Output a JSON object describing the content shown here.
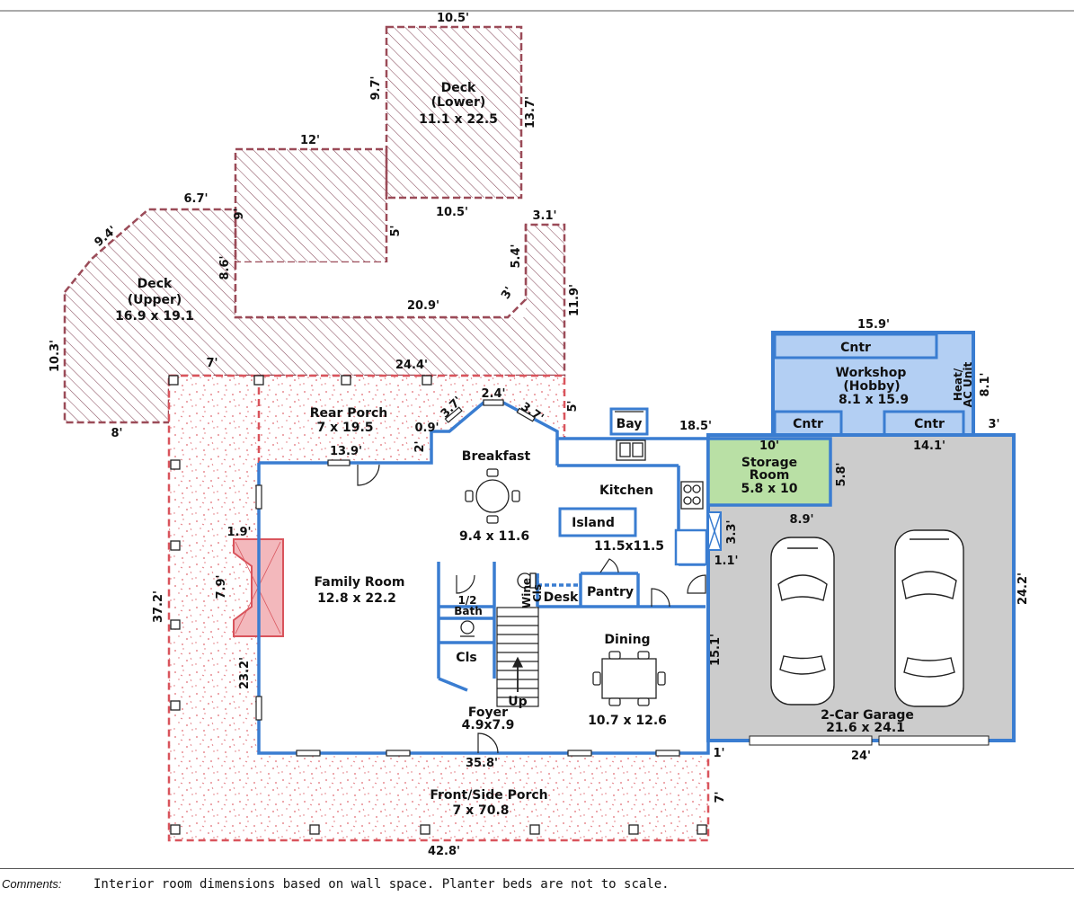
{
  "rooms": {
    "deck_lower": {
      "name": "Deck",
      "sub": "(Lower)",
      "size": "11.1 x 22.5"
    },
    "deck_upper": {
      "name": "Deck",
      "sub": "(Upper)",
      "size": "16.9 x 19.1"
    },
    "rear_porch": {
      "name": "Rear Porch",
      "size": "7 x 19.5"
    },
    "breakfast": {
      "name": "Breakfast",
      "size": "9.4 x 11.6"
    },
    "kitchen": {
      "name": "Kitchen",
      "size": "11.5x11.5"
    },
    "island": {
      "name": "Island"
    },
    "family_room": {
      "name": "Family Room",
      "size": "12.8 x 22.2"
    },
    "half_bath": {
      "name": "1/2",
      "sub": "Bath"
    },
    "closet": {
      "name": "Cls"
    },
    "wine": {
      "name": "Wine"
    },
    "wine_cls": {
      "name": "Cls"
    },
    "desk": {
      "name": "Desk"
    },
    "pantry": {
      "name": "Pantry"
    },
    "dining": {
      "name": "Dining",
      "size": "10.7 x 12.6"
    },
    "foyer": {
      "name": "Foyer",
      "size": "4.9x7.9"
    },
    "stairs_up": {
      "name": "Up"
    },
    "front_porch": {
      "name": "Front/Side Porch",
      "size": "7 x 70.8"
    },
    "bay": {
      "name": "Bay"
    },
    "workshop": {
      "name": "Workshop",
      "sub": "(Hobby)",
      "size": "8.1 x 15.9"
    },
    "cntr_top": {
      "name": "Cntr"
    },
    "cntr_left": {
      "name": "Cntr"
    },
    "cntr_right": {
      "name": "Cntr"
    },
    "heat_ac": {
      "name": "Heat/",
      "sub": "AC Unit"
    },
    "storage": {
      "name": "Storage",
      "sub": "Room",
      "size": "5.8 x 10"
    },
    "garage": {
      "name": "2-Car Garage",
      "size": "21.6 x 24.1"
    }
  },
  "dims": {
    "d_10_5_top": "10.5'",
    "d_9_7": "9.7'",
    "d_13_7": "13.7'",
    "d_12": "12'",
    "d_6_7": "6.7'",
    "d_9_4": "9.4'",
    "d_9": "9'",
    "d_10_5_mid": "10.5'",
    "d_3_1": "3.1'",
    "d_5_4": "5.4'",
    "d_5_a": "5'",
    "d_8_6": "8.6'",
    "d_3": "3'",
    "d_11_9": "11.9'",
    "d_20_9": "20.9'",
    "d_10_3": "10.3'",
    "d_7_top": "7'",
    "d_24_4": "24.4'",
    "d_8": "8'",
    "d_3_7_a": "3.7'",
    "d_2_4": "2.4'",
    "d_3_7_b": "3.7'",
    "d_5_b": "5'",
    "d_0_9": "0.9'",
    "d_2": "2'",
    "d_13_9": "13.9'",
    "d_18_5": "18.5'",
    "d_15_9": "15.9'",
    "d_8_1": "8.1'",
    "d_3_r": "3'",
    "d_10_st": "10'",
    "d_14_1": "14.1'",
    "d_5_8": "5.8'",
    "d_8_9": "8.9'",
    "d_3_3": "3.3'",
    "d_1_1": "1.1'",
    "d_24_2": "24.2'",
    "d_15_1": "15.1'",
    "d_1_9": "1.9'",
    "d_7_9": "7.9'",
    "d_37_2": "37.2'",
    "d_23_2": "23.2'",
    "d_35_8": "35.8'",
    "d_1": "1'",
    "d_24": "24'",
    "d_7_side": "7'",
    "d_42_8": "42.8'"
  },
  "comments": {
    "label": "Comments:",
    "text": "Interior room dimensions based on wall space. Planter beds are not to scale."
  },
  "colors": {
    "house_wall": "#3a7dd1",
    "porch_dash": "#d9545c",
    "deck_dash": "#9b4b58",
    "workshop_fill": "#b3cff3",
    "storage_fill": "#b9e0a5",
    "garage_fill": "#cccccc"
  }
}
